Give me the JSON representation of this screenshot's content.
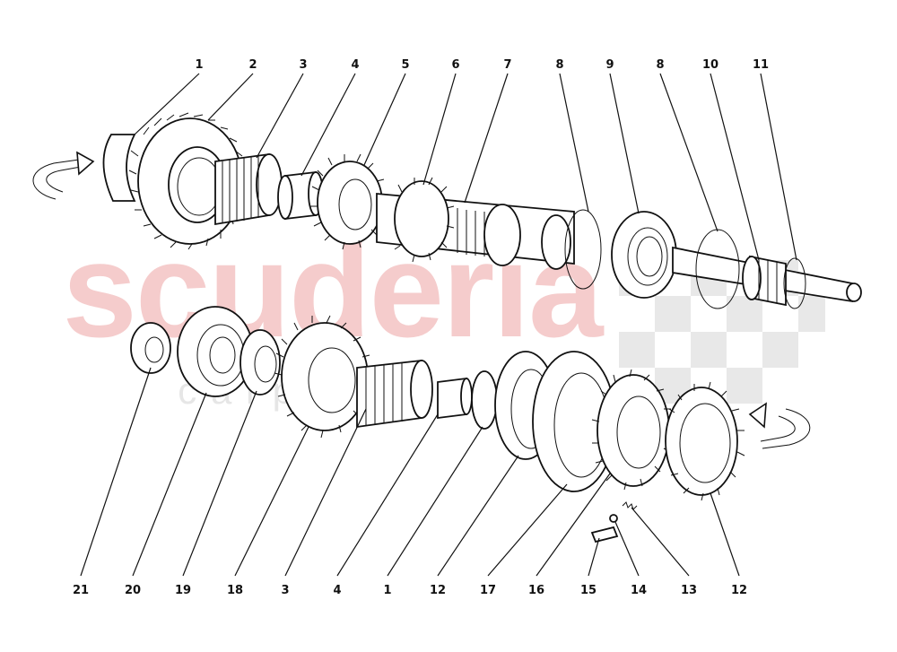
{
  "watermark": {
    "brand": "scuderia",
    "subtitle": "c a r   p a r t s",
    "brand_color": "#f5cccc",
    "check_color": "#e8e8e8"
  },
  "top_callouts": [
    "1",
    "2",
    "3",
    "4",
    "5",
    "6",
    "7",
    "8",
    "9",
    "8",
    "10",
    "11"
  ],
  "bottom_callouts": [
    "21",
    "20",
    "19",
    "18",
    "3",
    "4",
    "1",
    "12",
    "17",
    "16",
    "15",
    "14",
    "13",
    "12"
  ]
}
